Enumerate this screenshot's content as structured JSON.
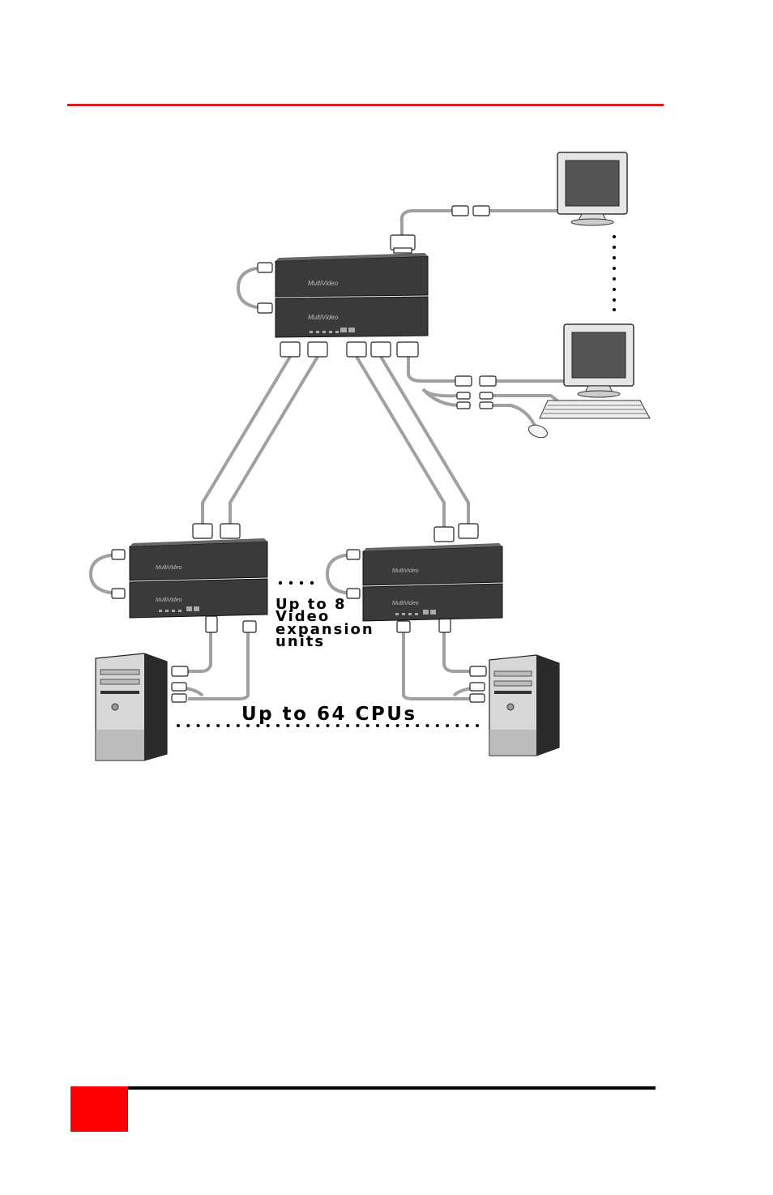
{
  "colors": {
    "accent_red": "#d42020",
    "footer_red": "#ff0000",
    "unit_dark": "#3a3a3a",
    "cable_grey": "#a0a0a0"
  },
  "diagram": {
    "labels": {
      "expansion_line1": "Up to 8",
      "expansion_line2": "Video",
      "expansion_line3": "expansion",
      "expansion_line4": "units",
      "cpus": "Up to 64 CPUs"
    },
    "device_brand": "MultiVideo"
  }
}
